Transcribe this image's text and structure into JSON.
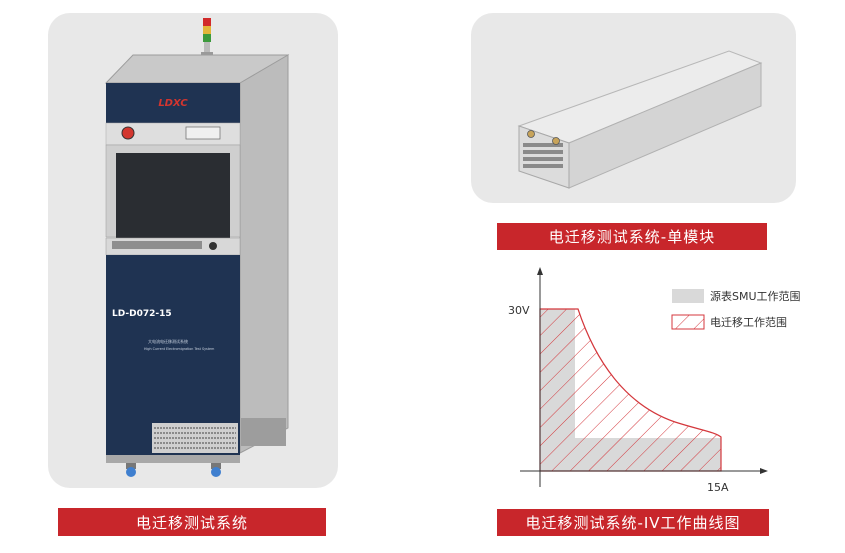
{
  "cabinet": {
    "brand": "LDXC",
    "model": "LD-D072-15",
    "name_cn": "大电流电迁移测试系统",
    "name_en": "High Current Electromigration Test System",
    "caption": "电迁移测试系统"
  },
  "module": {
    "caption": "电迁移测试系统-单模块"
  },
  "iv_chart": {
    "caption": "电迁移测试系统-IV工作曲线图"
  },
  "chart_data": {
    "type": "area",
    "title": "",
    "xlabel": "",
    "ylabel": "",
    "x_ticks": [
      "15A"
    ],
    "y_ticks": [
      "30V"
    ],
    "legend": [
      {
        "label": "源表SMU工作范围",
        "style": "solid-grey",
        "color": "#d9d9d9"
      },
      {
        "label": "电迁移工作范围",
        "style": "red-hatch",
        "color": "#d4373c"
      }
    ],
    "legend_position": "top-right",
    "series": [
      {
        "name": "源表SMU工作范围",
        "x": [
          0,
          15
        ],
        "y": [
          0,
          30
        ]
      },
      {
        "name": "电迁移工作范围",
        "x": [
          0,
          15
        ],
        "y": [
          0,
          30
        ]
      }
    ]
  },
  "colors": {
    "accent": "#c8262b",
    "panel": "#e8e8e8",
    "cabinet_navy": "#1f3352"
  }
}
